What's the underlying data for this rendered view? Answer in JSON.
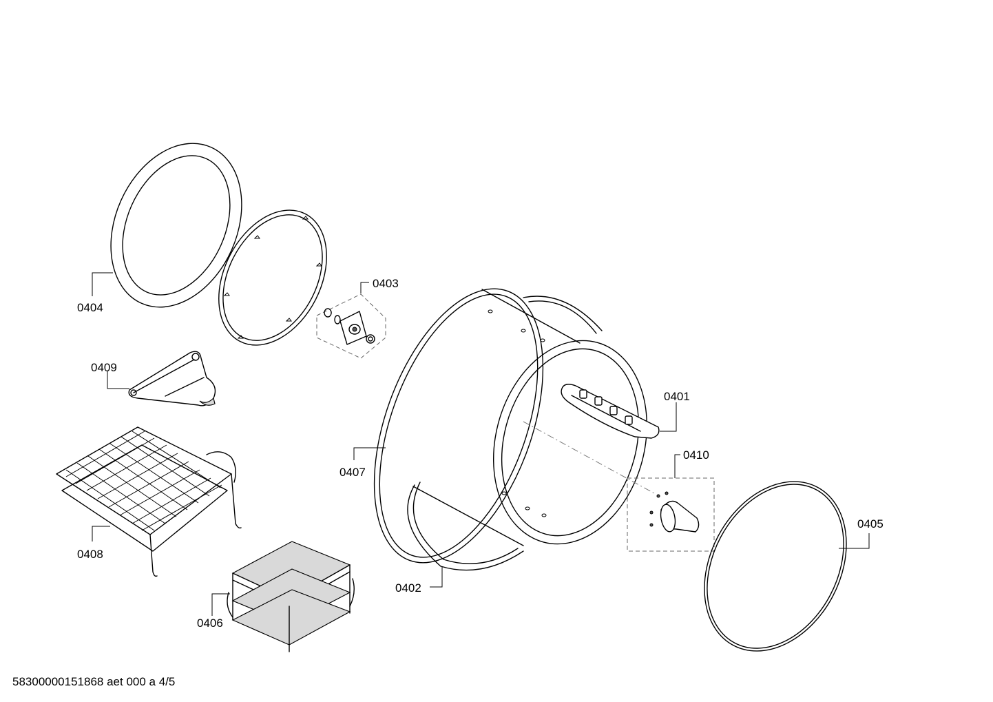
{
  "footer": {
    "text": "58300000151868 aet 000 a 4/5"
  },
  "callouts": {
    "p0401": "0401",
    "p0402": "0402",
    "p0403": "0403",
    "p0404": "0404",
    "p0405": "0405",
    "p0406": "0406",
    "p0407": "0407",
    "p0408": "0408",
    "p0409": "0409",
    "p0410": "0410"
  },
  "colors": {
    "line": "#000000",
    "background": "#ffffff",
    "dashed_box": "#666666"
  }
}
